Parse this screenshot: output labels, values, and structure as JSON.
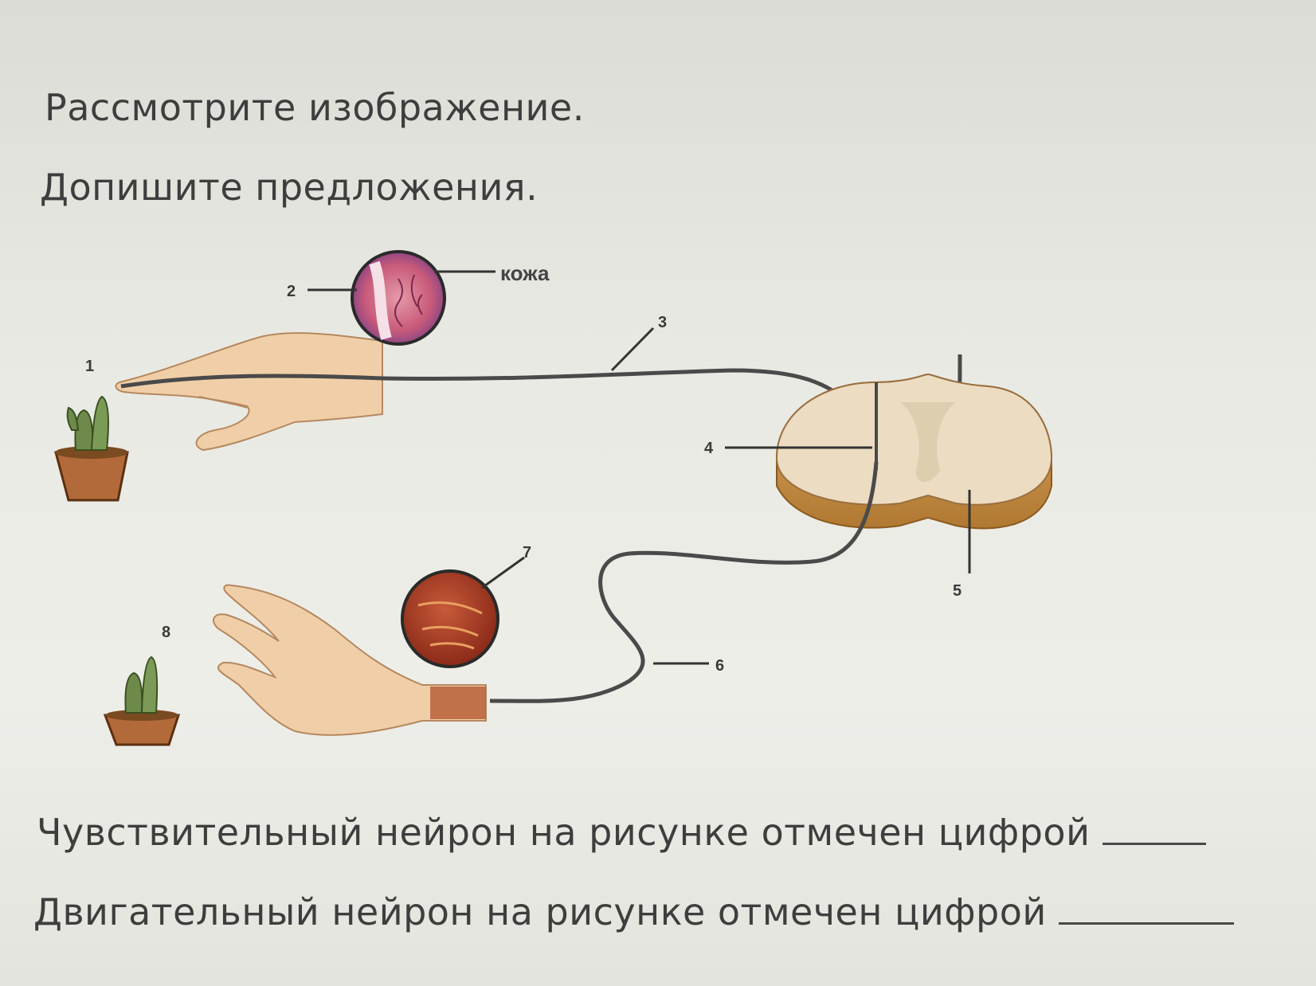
{
  "instructions": {
    "line1": "Рассмотрите изображение.",
    "line2": "Допишите предложения."
  },
  "diagram": {
    "labels": {
      "skin": "кожа",
      "n1": "1",
      "n2": "2",
      "n3": "3",
      "n4": "4",
      "n5": "5",
      "n6": "6",
      "n7": "7",
      "n8": "8"
    }
  },
  "questions": {
    "sensory": "Чувствительный нейрон на рисунке отмечен цифрой",
    "motor": "Двигательный нейрон на рисунке отмечен цифрой"
  }
}
